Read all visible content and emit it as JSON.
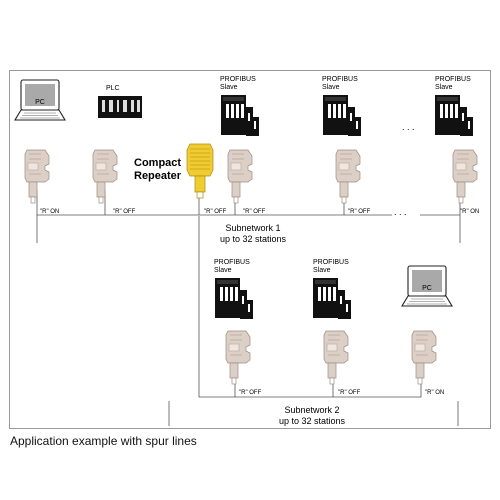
{
  "devices": {
    "pc_label": "PC",
    "plc_label": "PLC",
    "slave_label_line1": "PROFIBUS",
    "slave_label_line2": "Slave",
    "repeater_label_line1": "Compact",
    "repeater_label_line2": "Repeater",
    "ellipsis": ". . ."
  },
  "terminations": {
    "r_on": "\"R\" ON",
    "r_off": "\"R\" OFF"
  },
  "subnetworks": [
    {
      "title": "Subnetwork 1",
      "detail": "up to 32 stations"
    },
    {
      "title": "Subnetwork 2",
      "detail": "up to 32 stations"
    }
  ],
  "caption": "Application example with spur lines",
  "colors": {
    "frame": "#9a9a9a",
    "connector": "#dccfc6",
    "connector_dark": "#b8a79c",
    "repeater": "#f0cc30",
    "repeater_dark": "#c29f16",
    "device_black": "#111111",
    "screen_gray": "#a9a9a9"
  }
}
